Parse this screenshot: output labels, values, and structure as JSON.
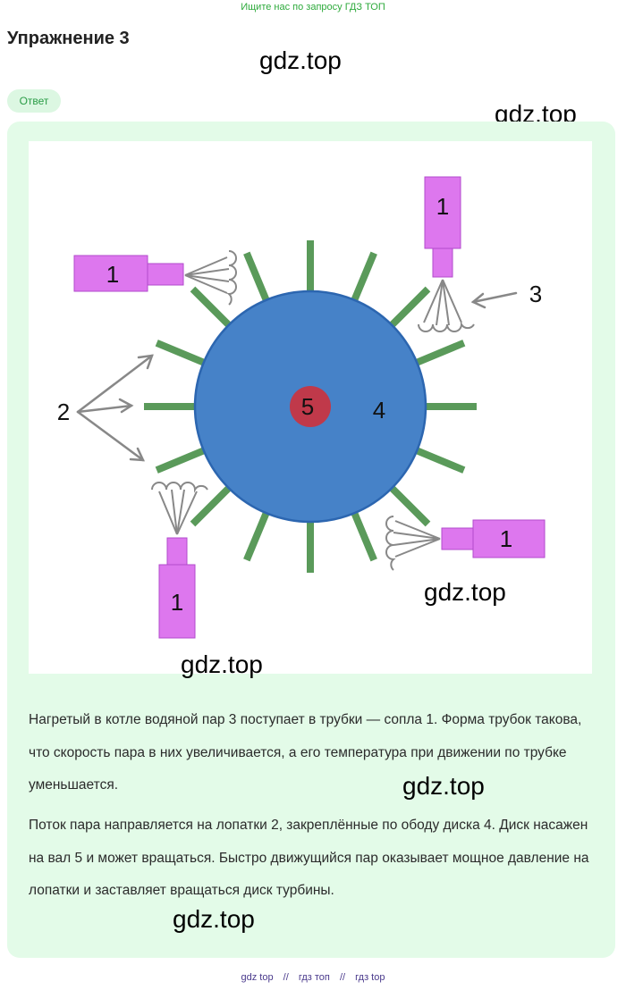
{
  "header": {
    "top_link": "Ищите нас по запросу ГДЗ ТОП",
    "title": "Упражнение 3",
    "answer_label": "Ответ"
  },
  "watermark": "gdz.top",
  "figure": {
    "nozzle_label": "1",
    "blades_label": "2",
    "steam_label": "3",
    "disk_label": "4",
    "shaft_label": "5",
    "colors": {
      "disk": "#4682c8",
      "disk_stroke": "#2c66b0",
      "shaft": "#c0394a",
      "blade": "#5a9a5a",
      "nozzle": "#dd77ee",
      "nozzle_stroke": "#b24bcc",
      "arrow": "#888888"
    }
  },
  "text": {
    "paragraph1": "Нагретый в котле водяной пар 3 поступает в трубки — сопла 1. Форма трубок такова, что скорость пара в них увеличивается, а его температура при движении по трубке уменьшается.",
    "paragraph2": "Поток пара направляется на лопатки 2, закреплённые по ободу диска 4. Диск насажен на вал 5 и может вращаться. Быстро движущийся пар оказывает мощное давление на лопатки и заставляет вращаться диск турбины."
  },
  "footer": {
    "links": [
      "gdz top",
      "//",
      "гдз топ",
      "//",
      "гдз top"
    ]
  }
}
